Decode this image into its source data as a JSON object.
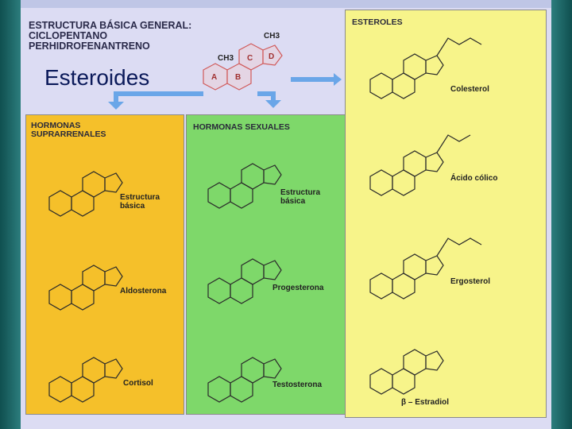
{
  "header": {
    "line1": "ESTRUCTURA BÁSICA GENERAL:",
    "line2": "CICLOPENTANO",
    "line3": "PERHIDROFENANTRENO",
    "big_title": "Esteroides"
  },
  "core": {
    "ring_a": "A",
    "ring_b": "B",
    "ring_c": "C",
    "ring_d": "D",
    "ch3_top": "CH3",
    "ch3_mid": "CH3"
  },
  "panels": {
    "suprarrenales": {
      "heading1": "HORMONAS",
      "heading2": "SUPRARRENALES",
      "items": [
        "Estructura básica",
        "Aldosterona",
        "Cortisol"
      ]
    },
    "sexuales": {
      "heading": "HORMONAS SEXUALES",
      "items": [
        "Estructura básica",
        "Progesterona",
        "Testosterona"
      ]
    },
    "esteroles": {
      "heading": "ESTEROLES",
      "items": [
        "Colesterol",
        "Ácido cólico",
        "Ergosterol",
        "β – Estradiol"
      ]
    }
  },
  "colors": {
    "suprarrenales": "#f5c02a",
    "sexuales": "#7ed86a",
    "esteroles": "#f7f48a",
    "arrow": "#6aa6e8"
  }
}
